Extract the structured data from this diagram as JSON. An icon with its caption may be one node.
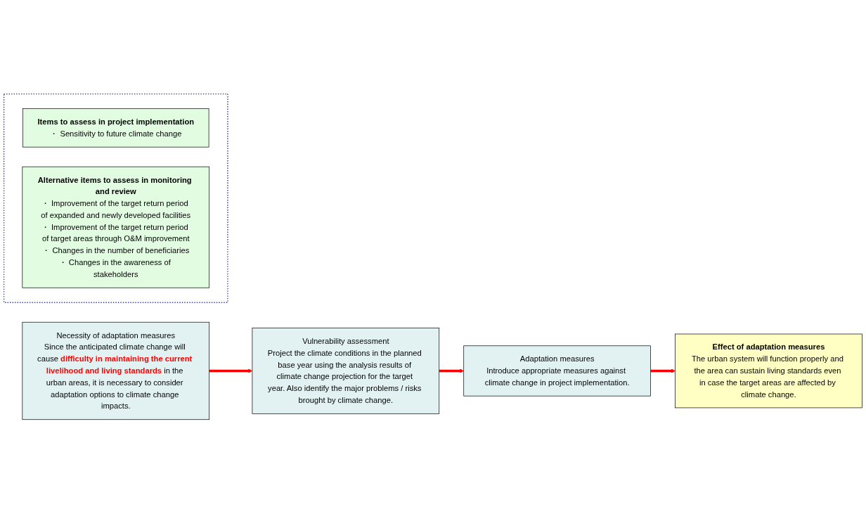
{
  "diagram": {
    "nodes": [
      {
        "text": [
          "Necessity of adaptation measures",
          "Since the anticipated climate change will cause **difficulty in maintaining the current livelihood and living standards** in the urban areas, it is necessary to consider adaptation options to climate change impacts."
        ]
      },
      {
        "text": [
          "Vulnerability assessment",
          "Project the climate conditions in the planned base year using the analysis results of climate change projection for the target year. Also identify the major problems / risks brought by climate change."
        ]
      },
      {
        "text": [
          "Adaptation measures",
          "Introduce appropriate measures against climate change in project implementation."
        ]
      },
      {
        "text": [],
        "shape": "box"
      },
      {
        "text": [
          "Items to assess in project implementation",
          "・ Sensitivity to future climate change"
        ],
        "in": 3
      },
      {
        "text": [
          "Alternative items to assess in monitoring and review",
          "・ Improvement of the target return period of expanded and newly developed facilities",
          "・ Improvement of the target return period of target areas through O&M improvement",
          "・ Changes in the number of beneficiaries",
          "・ Changes in the awareness of stakeholders"
        ],
        "in": 3
      },
      {
        "text": [
          "Effect of adaptation measures",
          "The urban system will function properly and the area can sustain living standards even in case the target areas are affected by climate change."
        ]
      }
    ],
    "edges": [
      {
        "from": 0,
        "to": 1,
        "arrow": "to"
      },
      {
        "from": 1,
        "to": 2,
        "arrow": "to"
      },
      {
        "from": 2,
        "to": 6,
        "arrow": "to"
      }
    ]
  }
}
